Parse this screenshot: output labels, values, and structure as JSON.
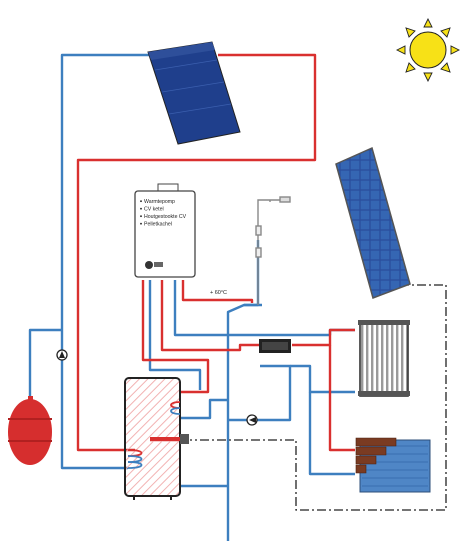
{
  "controller": {
    "items": [
      "Warmtepomp",
      "CV ketel",
      "Houtgestookte CV",
      "Pelletkachel"
    ]
  },
  "temperature_label": "+ 60°C",
  "colors": {
    "hot_pipe": "#d9302f",
    "cold_pipe": "#3d7fbf",
    "signal_line": "#222222",
    "sun": "#f7e117",
    "solar_collector": "#1f3f8c",
    "pv_panel": "#2a4f9e",
    "expansion_vessel": "#d62e2e",
    "floor_heating_tiles": "#7a3b22",
    "floor_heating_base": "#4f86c6"
  },
  "icons": {
    "sun": "sun-icon",
    "pump": "pump-icon",
    "shower": "shower-icon"
  }
}
